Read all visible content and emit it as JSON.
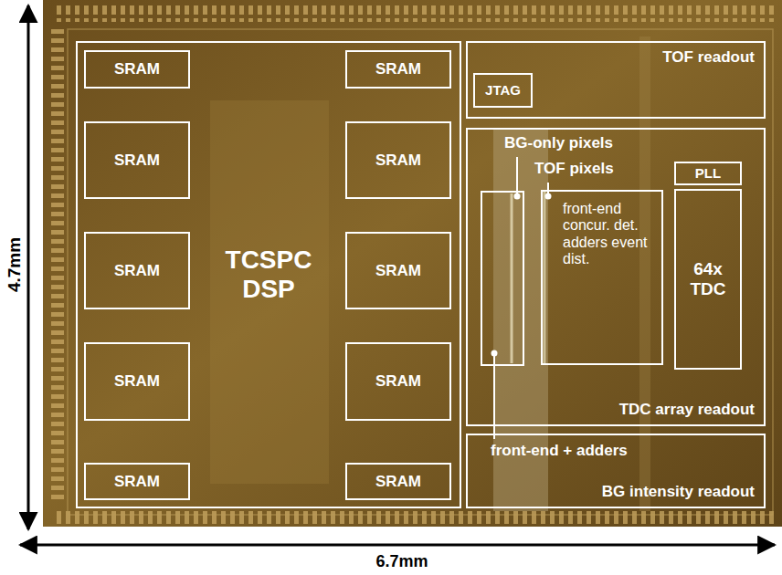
{
  "diagram": {
    "nodes": [
      {
        "text": [
          "TCSPC DSP"
        ]
      },
      {
        "text": [
          "SRAM"
        ],
        "in": 0
      },
      {
        "text": [
          "SRAM"
        ],
        "in": 0
      },
      {
        "text": [
          "SRAM"
        ],
        "in": 0
      },
      {
        "text": [
          "SRAM"
        ],
        "in": 0
      },
      {
        "text": [
          "SRAM"
        ],
        "in": 0
      },
      {
        "text": [
          "SRAM"
        ],
        "in": 0
      },
      {
        "text": [
          "SRAM"
        ],
        "in": 0
      },
      {
        "text": [
          "SRAM"
        ],
        "in": 0
      },
      {
        "text": [
          "SRAM"
        ],
        "in": 0
      },
      {
        "text": [
          "SRAM"
        ],
        "in": 0
      },
      {
        "text": [
          "TOF readout"
        ]
      },
      {
        "text": [
          "JTAG"
        ],
        "in": 11
      },
      {
        "text": [
          "TDC array readout"
        ]
      },
      {
        "text": [
          "front-end concur. det. adders event dist."
        ],
        "in": 13
      },
      {
        "text": [
          "PLL"
        ],
        "in": 13
      },
      {
        "text": [
          "64x TDC"
        ],
        "in": 13
      },
      {
        "text": [
          "BG intensity readout"
        ]
      }
    ],
    "edges": [],
    "labels": [
      "BG-only pixels",
      "TOF pixels",
      "front-end + adders",
      "4.7mm",
      "6.7mm"
    ]
  }
}
